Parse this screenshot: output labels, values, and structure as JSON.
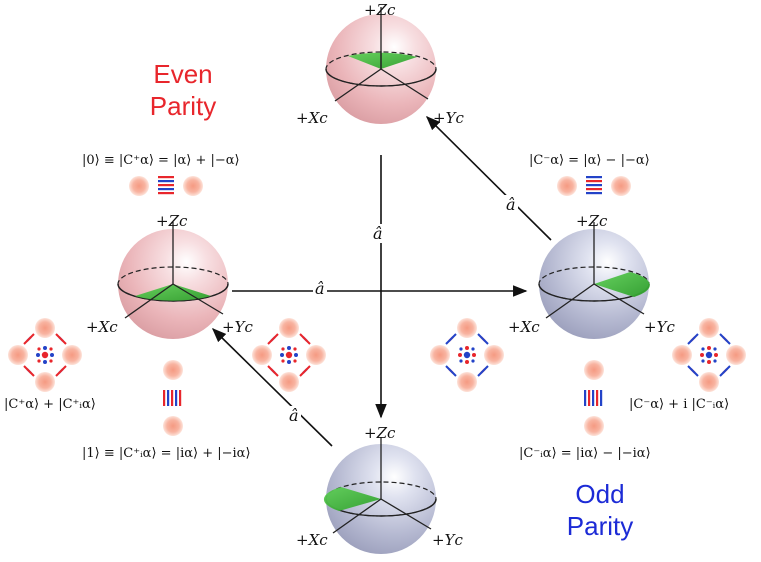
{
  "parity_labels": {
    "even": [
      "Even",
      "Parity"
    ],
    "odd": [
      "Odd",
      "Parity"
    ],
    "even_color": "#e8262c",
    "odd_color": "#1c2bd6"
  },
  "equations": {
    "zero_state": "|0⟩ ≡ |C⁺α⟩ = |α⟩ + |−α⟩",
    "one_state": "|1⟩ ≡ |C⁺ᵢα⟩ = |iα⟩ + |−iα⟩",
    "plus_superposition": "|C⁺α⟩ + |C⁺ᵢα⟩",
    "minus_alpha": "|C⁻α⟩ = |α⟩ − |−α⟩",
    "minus_ialpha": "|C⁻ᵢα⟩ = |iα⟩ − |−iα⟩",
    "minus_superposition": "|C⁻α⟩ + i |C⁻ᵢα⟩"
  },
  "axis_labels": {
    "z": "+Zc",
    "x": "+Xc",
    "y": "+Yc"
  },
  "operator_label": "â",
  "spheres": [
    {
      "id": "top",
      "parity": "even",
      "tint": "#e9a9ae"
    },
    {
      "id": "left",
      "parity": "even",
      "tint": "#e9a9ae"
    },
    {
      "id": "right",
      "parity": "odd",
      "tint": "#a9adc9"
    },
    {
      "id": "bottom",
      "parity": "odd",
      "tint": "#a9adc9"
    }
  ],
  "colors": {
    "wedge_green": "#3db53a",
    "blob_salmon": "#f7a990",
    "fringe_red": "#e8262c",
    "fringe_blue": "#2343c8"
  }
}
